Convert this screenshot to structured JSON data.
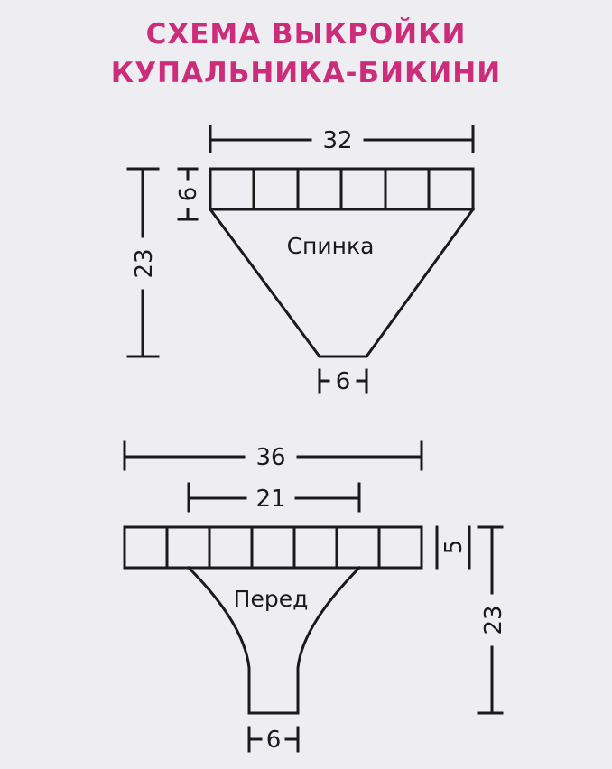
{
  "title": {
    "line1": "СХЕМА ВЫКРОЙКИ",
    "line2": "КУПАЛЬНИКА-БИКИНИ",
    "color": "#cc2d7a"
  },
  "line_color": "#1a1a1a",
  "back_piece": {
    "label": "Спинка",
    "top_width": "32",
    "height": "23",
    "band_height": "6",
    "bottom_width": "6"
  },
  "front_piece": {
    "label": "Перед",
    "top_width": "36",
    "inner_width": "21",
    "band_height": "5",
    "height": "23",
    "bottom_width": "6"
  }
}
